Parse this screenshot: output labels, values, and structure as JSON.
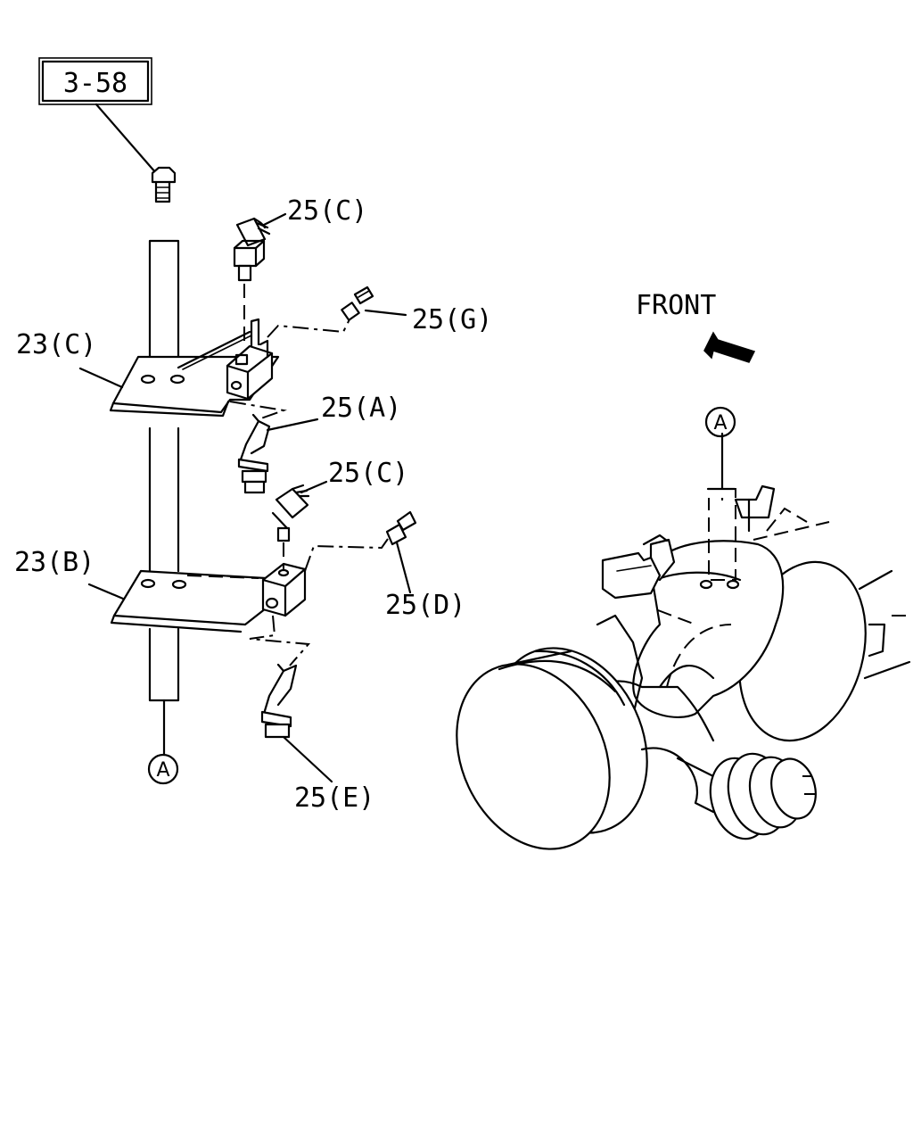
{
  "callouts": {
    "ref_box": "3-58",
    "label_23c": "23(C)",
    "label_23b": "23(B)",
    "label_25c_top": "25(C)",
    "label_25g": "25(G)",
    "label_25a": "25(A)",
    "label_25c_mid": "25(C)",
    "label_25d": "25(D)",
    "label_25e": "25(E)",
    "front": "FRONT",
    "ref_a_left": "A",
    "ref_a_right": "A"
  }
}
